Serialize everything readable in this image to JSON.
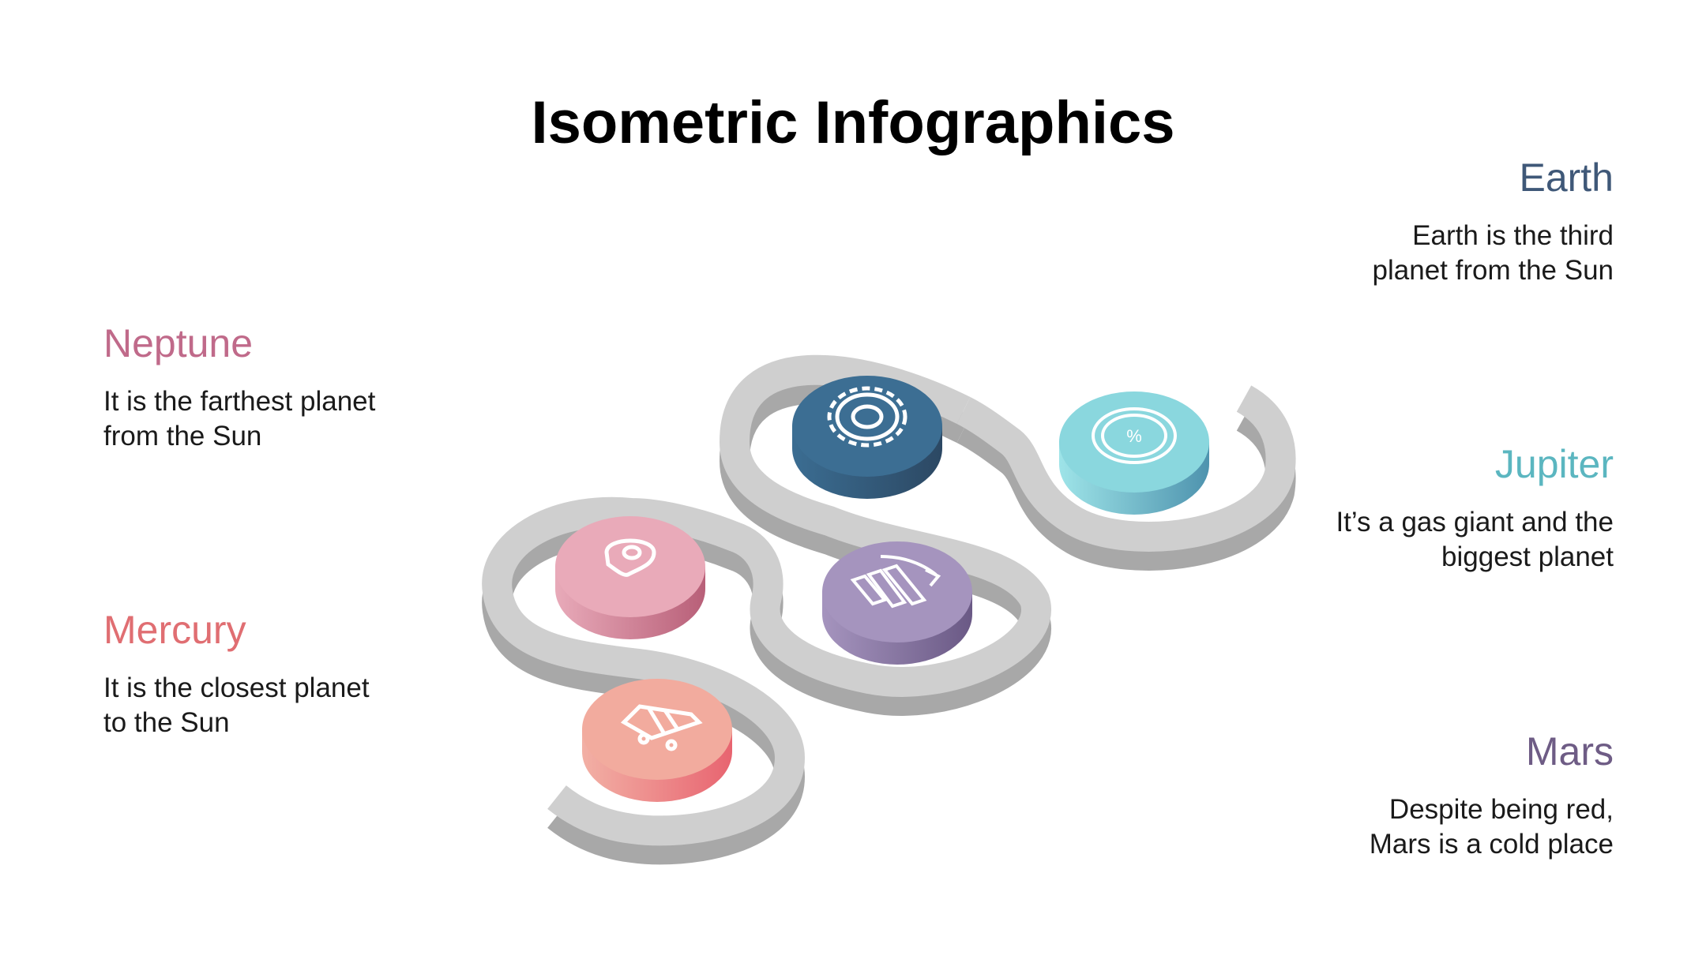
{
  "title": "Isometric Infographics",
  "colors": {
    "neptune": "#c06a8a",
    "mercury": "#e06e72",
    "earth": "#3f5878",
    "jupiter": "#5bb6c0",
    "mars": "#6e5c85"
  },
  "items": {
    "neptune": {
      "name": "Neptune",
      "text": "It is the farthest planet\nfrom the Sun",
      "icon": "location-pin-icon"
    },
    "mercury": {
      "name": "Mercury",
      "text": "It is the closest planet\nto the Sun",
      "icon": "shopping-cart-icon"
    },
    "earth": {
      "name": "Earth",
      "text": "Earth is the third\nplanet from the Sun",
      "icon": "gear-icon"
    },
    "jupiter": {
      "name": "Jupiter",
      "text": "It’s a gas giant and the\nbiggest planet",
      "icon": "percent-badge-icon"
    },
    "mars": {
      "name": "Mars",
      "text": "Despite being red,\nMars is a cold place",
      "icon": "growth-chart-icon"
    }
  }
}
